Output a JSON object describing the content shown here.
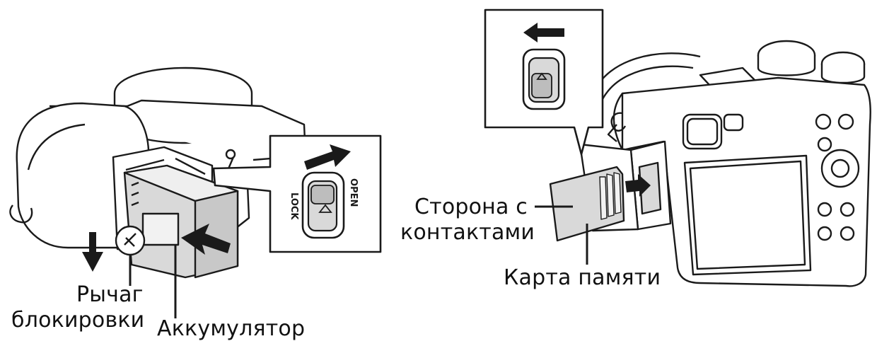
{
  "labels": {
    "lock_lever_line1": "Рычаг",
    "lock_lever_line2": "блокировки",
    "battery": "Аккумулятор",
    "contact_side_line1": "Сторона с",
    "contact_side_line2": "контактами",
    "memory_card": "Карта памяти"
  },
  "switch_text": {
    "open": "OPEN",
    "lock": "LOCK"
  },
  "colors": {
    "line": "#1a1a1a",
    "fill": "#ffffff",
    "shade": "#d9d9d9",
    "text": "#111111"
  }
}
